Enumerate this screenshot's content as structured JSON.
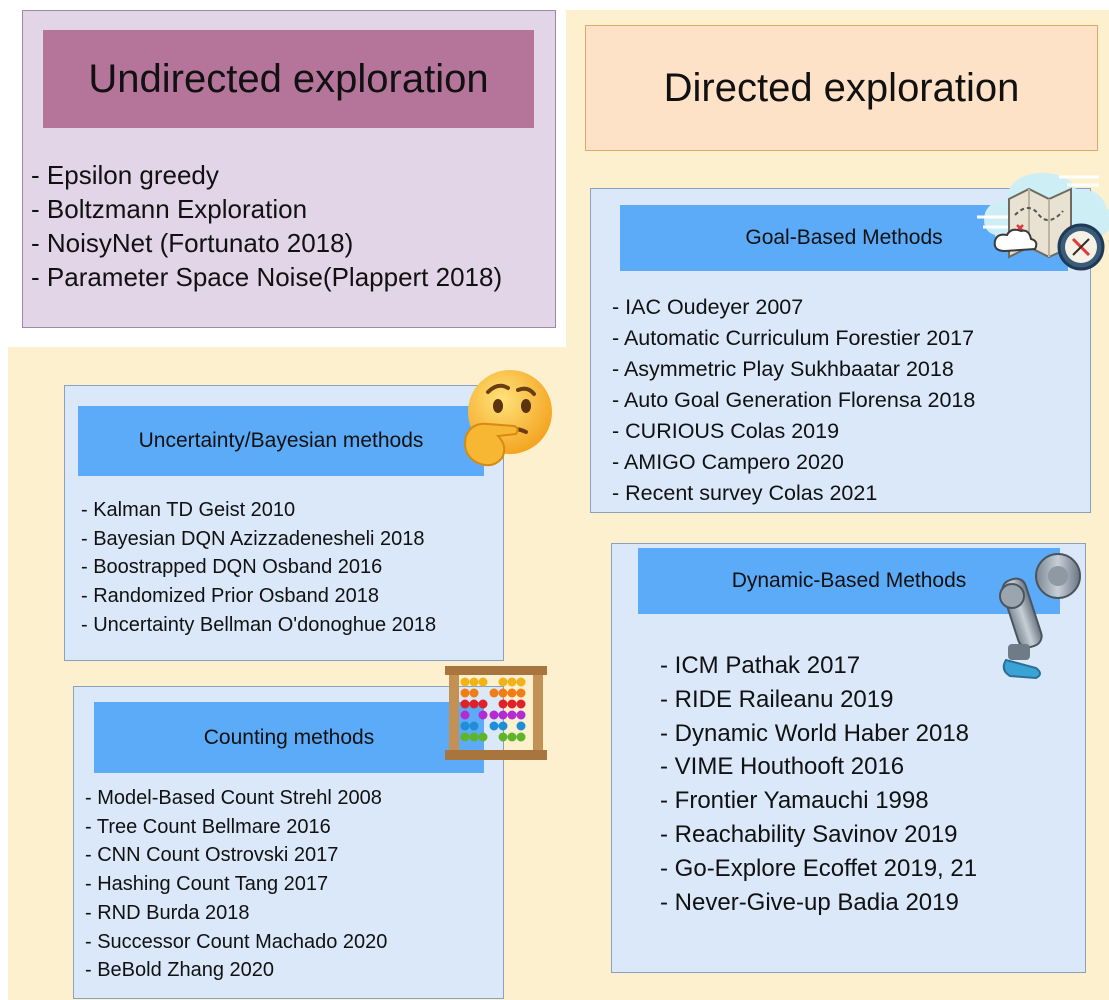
{
  "undirected": {
    "title": "Undirected exploration",
    "items": [
      "Epsilon greedy",
      "Boltzmann Exploration",
      "NoisyNet (Fortunato 2018)",
      "Parameter Space Noise(Plappert 2018)"
    ]
  },
  "directed": {
    "title": "Directed exploration"
  },
  "uncertainty": {
    "title": "Uncertainty/Bayesian methods",
    "items": [
      "Kalman TD Geist 2010",
      "Bayesian DQN Azizzadenesheli 2018",
      "Boostrapped DQN Osband 2016",
      "Randomized Prior Osband 2018",
      "Uncertainty Bellman O'donoghue 2018"
    ]
  },
  "counting": {
    "title": "Counting methods",
    "items": [
      "Model-Based Count Strehl 2008",
      "Tree Count Bellmare 2016",
      "CNN Count Ostrovski 2017",
      "Hashing Count Tang 2017",
      "RND Burda 2018",
      "Successor Count Machado 2020",
      "BeBold Zhang 2020"
    ]
  },
  "goal_based": {
    "title": "Goal-Based Methods",
    "items": [
      "IAC Oudeyer 2007",
      "Automatic Curriculum Forestier 2017",
      "Asymmetric Play Sukhbaatar 2018",
      "Auto Goal Generation Florensa 2018",
      "CURIOUS  Colas 2019",
      "AMIGO Campero 2020",
      "Recent survey Colas 2021"
    ]
  },
  "dynamic_based": {
    "title": "Dynamic-Based Methods",
    "items": [
      "ICM Pathak 2017",
      "RIDE Raileanu 2019",
      "Dynamic World Haber 2018",
      "VIME Houthooft 2016",
      "Frontier Yamauchi 1998",
      "Reachability Savinov 2019",
      "Go-Explore Ecoffet 2019, 21",
      "Never-Give-up Badia 2019"
    ]
  },
  "icons": [
    "thinking-face-icon",
    "abacus-icon",
    "treasure-map-icon",
    "robot-arm-icon"
  ],
  "colors": {
    "cream_background": "#fdf0cf",
    "undirected_box": "#e3d5e8",
    "undirected_title_bar": "#b57499",
    "directed_title_bar": "#fde2c8",
    "method_panel": "#dae8f9",
    "method_header": "#5cabf8"
  }
}
